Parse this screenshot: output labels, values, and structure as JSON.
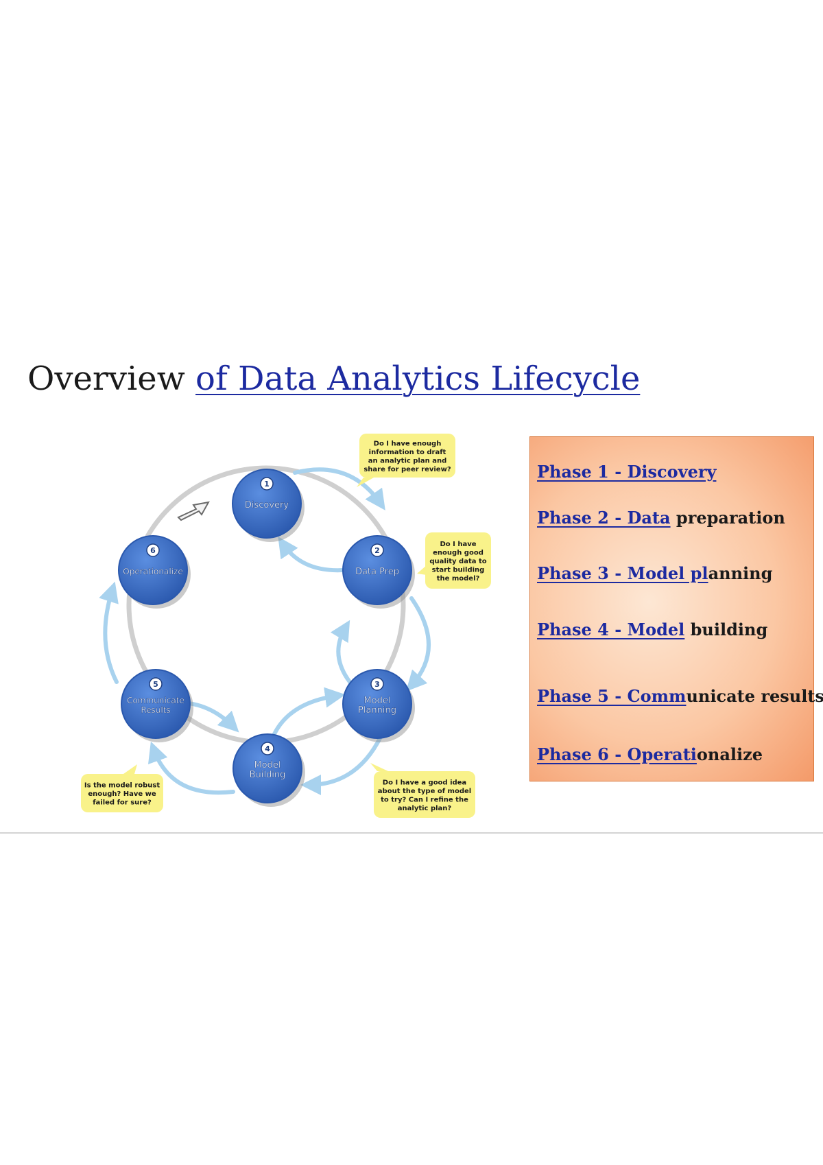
{
  "title": {
    "prefix": "Overview ",
    "link_text": "of Data Analytics Lifecycle"
  },
  "phase_list": [
    {
      "link": "Phase 1 - Discovery",
      "rest": ""
    },
    {
      "link": "Phase 2 - Data",
      "rest": " preparation"
    },
    {
      "link": "Phase 3 - Model pl",
      "rest": "anning"
    },
    {
      "link": "Phase 4 - Model",
      "rest": " building"
    },
    {
      "link": "Phase 5 - Comm",
      "rest": "unicate results"
    },
    {
      "link": "Phase 6 - Operati",
      "rest": "onalize"
    }
  ],
  "lifecycle": {
    "phases": [
      {
        "number": "1",
        "name_lines": [
          "Discovery"
        ]
      },
      {
        "number": "2",
        "name_lines": [
          "Data Prep"
        ]
      },
      {
        "number": "3",
        "name_lines": [
          "Model",
          "Planning"
        ]
      },
      {
        "number": "4",
        "name_lines": [
          "Model",
          "Building"
        ]
      },
      {
        "number": "5",
        "name_lines": [
          "Communicate",
          "Results"
        ]
      },
      {
        "number": "6",
        "name_lines": [
          "Operationalize"
        ]
      }
    ],
    "callouts": [
      {
        "lines": [
          "Do I have enough",
          "information to draft",
          "an analytic plan and",
          "share for peer review?"
        ]
      },
      {
        "lines": [
          "Do I have",
          "enough good",
          "quality data to",
          "start building",
          "the model?"
        ]
      },
      {
        "lines": [
          "Do I have a good idea",
          "about the type of model",
          "to try? Can I refine the",
          "analytic plan?"
        ]
      },
      {
        "lines": [
          "Is the model robust",
          "enough? Have we",
          "failed for sure?"
        ]
      }
    ]
  },
  "colors": {
    "node_fill": "#3b6fc8",
    "node_dark": "#2a58ad",
    "ring": "#c8c8c8",
    "arrow": "#a8d2ee",
    "callout_fill": "#f9f28a",
    "link": "#1c2aa0"
  }
}
